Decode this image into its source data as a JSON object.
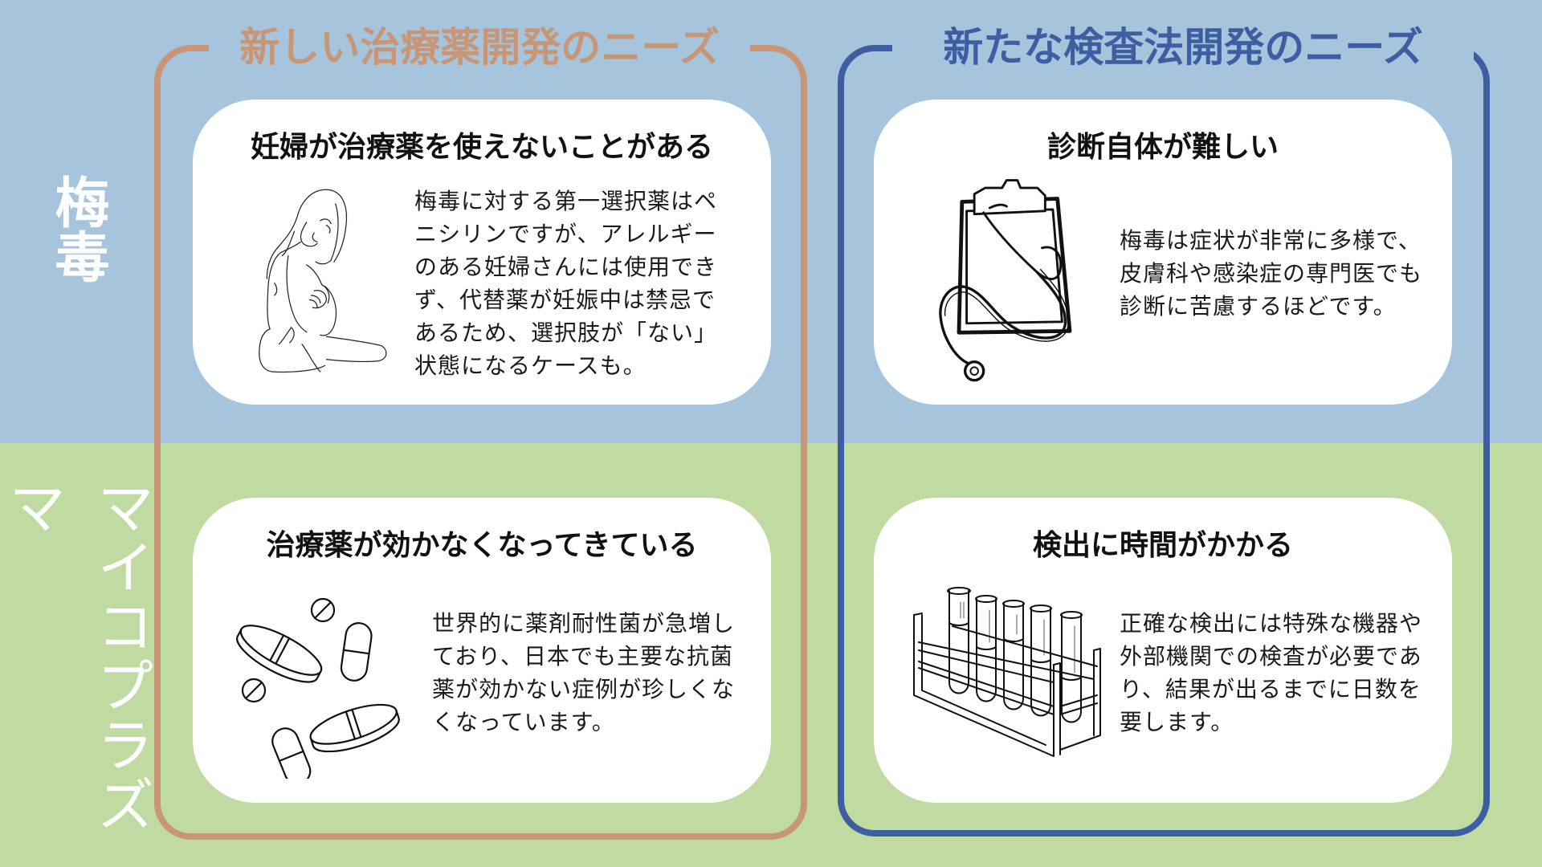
{
  "colors": {
    "top_band": "#a7c4dd",
    "bottom_band": "#bfdba2",
    "drug_frame": "#c69677",
    "test_frame": "#3d5ea1",
    "card_bg": "#ffffff",
    "row_label_text": "#ffffff"
  },
  "rows": {
    "syphilis": "梅毒",
    "mycoplasma": "マイコプラズマ"
  },
  "columns": {
    "drug": {
      "title": "新しい治療薬開発のニーズ"
    },
    "test": {
      "title": "新たな検査法開発のニーズ"
    }
  },
  "cards": [
    {
      "title": "妊婦が治療薬を使えないことがある",
      "body": "梅毒に対する第一選択薬はペ\nニシリンですが、アレルギー\nのある妊婦さんには使用でき\nず、代替薬が妊娠中は禁忌で\nあるため、選択肢が「ない」\n状態になるケースも。",
      "icon": "pregnant-woman-illustration"
    },
    {
      "title": "診断自体が難しい",
      "body": "梅毒は症状が非常に多様で、\n皮膚科や感染症の専門医でも\n診断に苦慮するほどです。",
      "icon": "clipboard-stethoscope-illustration"
    },
    {
      "title": "治療薬が効かなくなってきている",
      "body": "世界的に薬剤耐性菌が急増し\nており、日本でも主要な抗菌\n薬が効かない症例が珍しくな\nくなっています。",
      "icon": "pills-illustration"
    },
    {
      "title": "検出に時間がかかる",
      "body": "正確な検出には特殊な機器や\n外部機関での検査が必要であ\nり、結果が出るまでに日数を\n要します。",
      "icon": "test-tube-rack-illustration"
    }
  ]
}
